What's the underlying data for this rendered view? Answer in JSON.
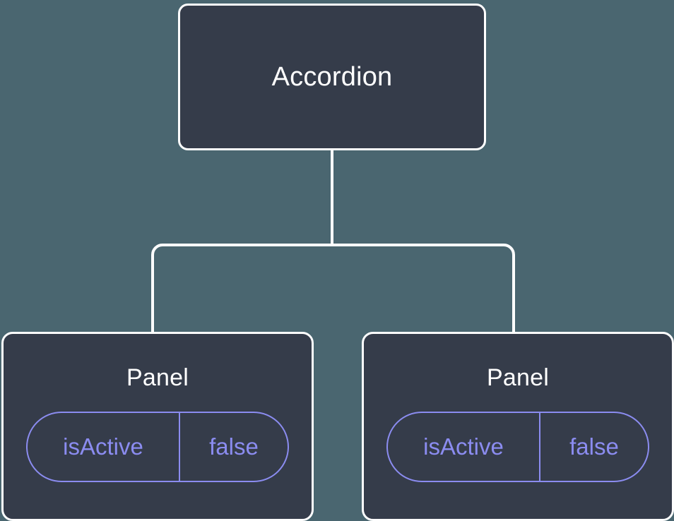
{
  "diagram": {
    "type": "component-tree",
    "background_color": "#4a6670",
    "node_fill_color": "#353c4a",
    "node_border_color": "#ffffff",
    "edge_color": "#ffffff",
    "accent_color": "#8b8cf0",
    "root": {
      "title": "Accordion"
    },
    "children": [
      {
        "title": "Panel",
        "props": [
          {
            "key": "isActive",
            "value": "false"
          }
        ]
      },
      {
        "title": "Panel",
        "props": [
          {
            "key": "isActive",
            "value": "false"
          }
        ]
      }
    ]
  }
}
